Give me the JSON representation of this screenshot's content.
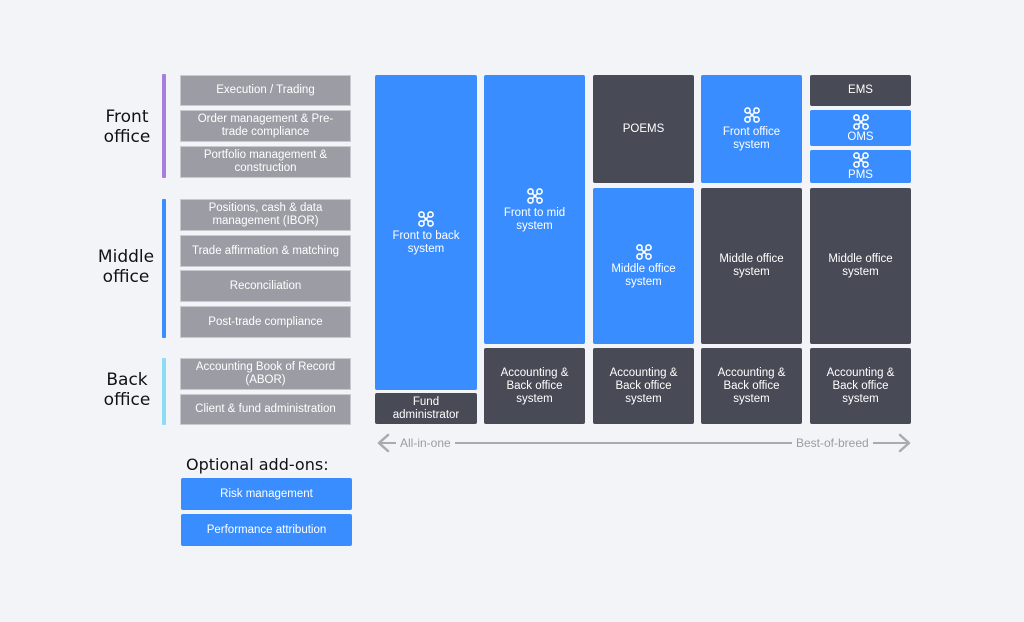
{
  "sections": {
    "front": "Front\noffice",
    "middle": "Middle\noffice",
    "back": "Back\noffice"
  },
  "functions": {
    "front": [
      "Execution / Trading",
      "Order management & Pre-trade compliance",
      "Portfolio management & construction"
    ],
    "middle": [
      "Positions, cash & data management (IBOR)",
      "Trade affirmation & matching",
      "Reconciliation",
      "Post-trade compliance"
    ],
    "back": [
      "Accounting Book of Record (ABOR)",
      "Client & fund administration"
    ]
  },
  "addons": {
    "title": "Optional add-ons:",
    "items": [
      "Risk management",
      "Performance attribution"
    ]
  },
  "columns": {
    "c1": {
      "main": "Front to back system",
      "bottom": "Fund administrator"
    },
    "c2": {
      "main": "Front to mid system",
      "bottom": "Accounting & Back office system"
    },
    "c3": {
      "top": "POEMS",
      "mid": "Middle office system",
      "bottom": "Accounting & Back office system"
    },
    "c4": {
      "top": "Front office system",
      "mid": "Middle office system",
      "bottom": "Accounting & Back office system"
    },
    "c5": {
      "ems": "EMS",
      "oms": "OMS",
      "pms": "PMS",
      "mid": "Middle office system",
      "bottom": "Accounting & Back office system"
    }
  },
  "spectrum": {
    "left": "All-in-one",
    "right": "Best-of-breed"
  },
  "colors": {
    "front_bar": "#a77de0",
    "middle_bar": "#3a8dff",
    "back_bar": "#8ddcf5",
    "blue_block": "#3a8dff",
    "dark_block": "#484a55",
    "function_box": "#9b9ca4"
  },
  "icons": {
    "system": "network-nodes-icon"
  }
}
